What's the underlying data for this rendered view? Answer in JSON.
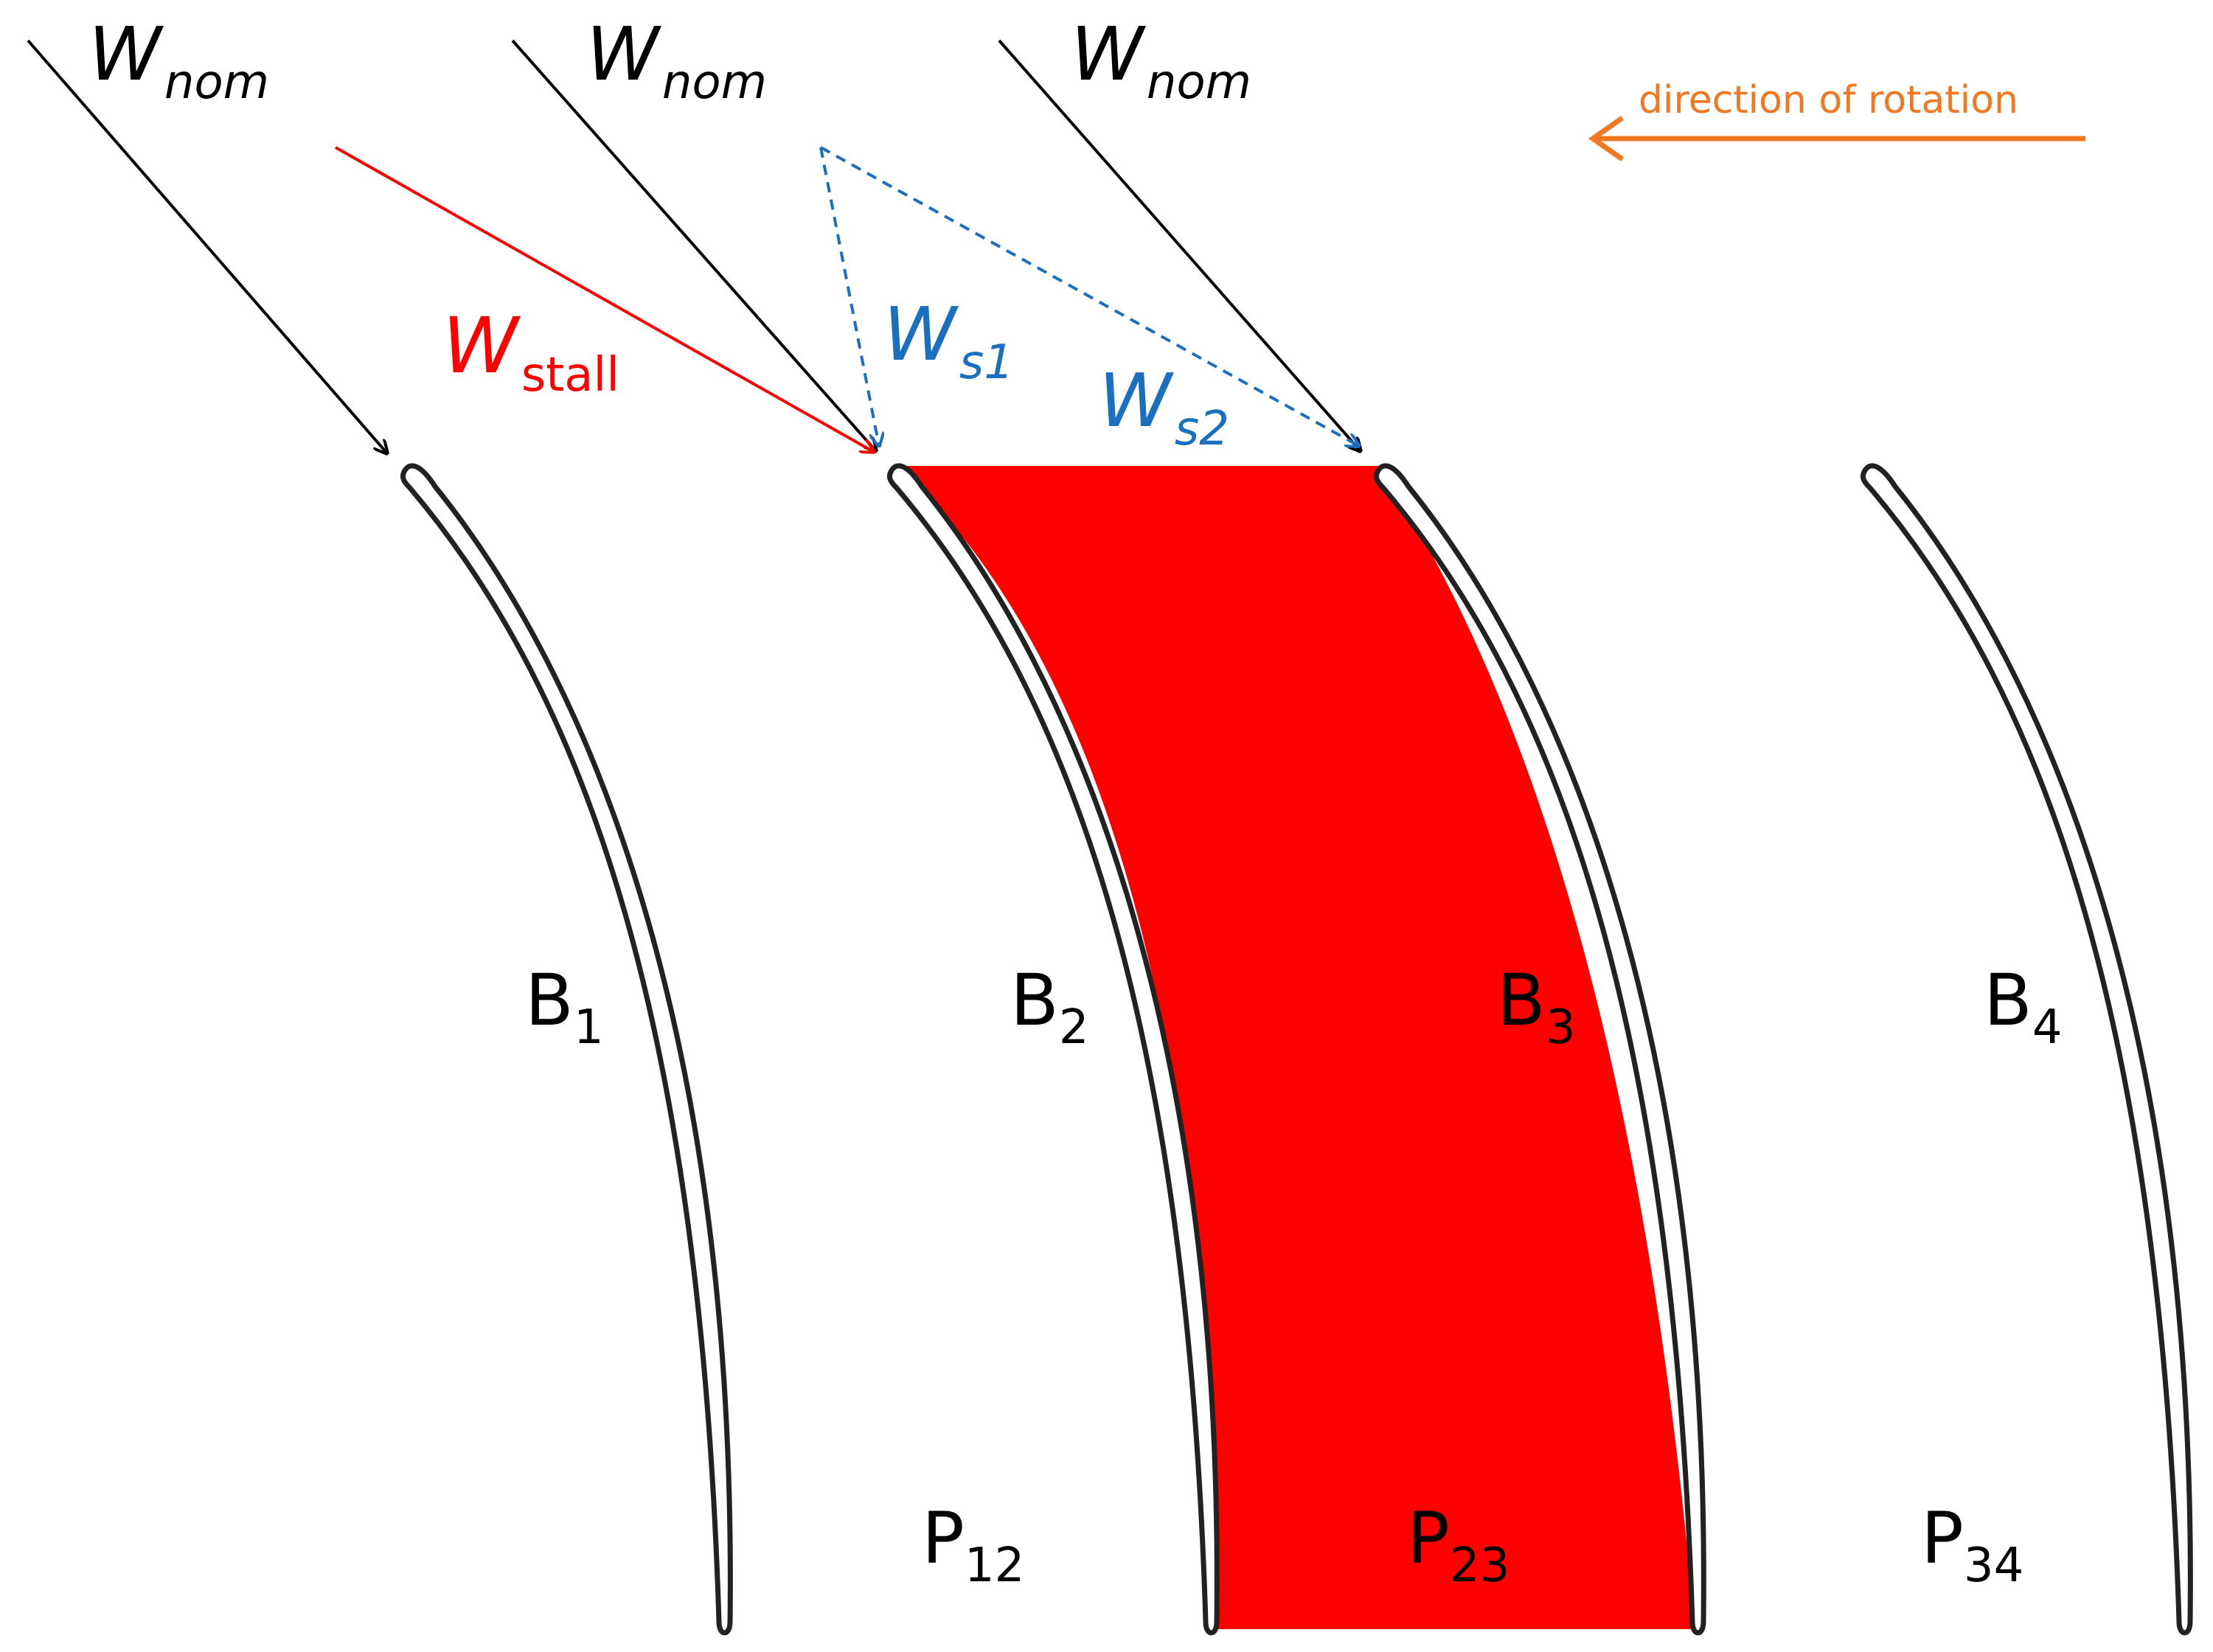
{
  "vectors": {
    "nominal_main": "W",
    "nominal_sub": "nom",
    "stall_main": "W",
    "stall_sub": "stall",
    "s1_main": "W",
    "s1_sub": "s1",
    "s2_main": "W",
    "s2_sub": "s2"
  },
  "rotation": {
    "label": "direction of rotation"
  },
  "blades": {
    "b1_main": "B",
    "b1_sub": "1",
    "b2_main": "B",
    "b2_sub": "2",
    "b3_main": "B",
    "b3_sub": "3",
    "b4_main": "B",
    "b4_sub": "4"
  },
  "passages": {
    "p12_main": "P",
    "p12_sub": "12",
    "p23_main": "P",
    "p23_sub": "23",
    "p34_main": "P",
    "p34_sub": "34"
  },
  "colors": {
    "stall": "#ff0000",
    "stalled_passage": "#ff0000",
    "secondary_flow": "#1a6fbf",
    "rotation_arrow": "#f07820",
    "blade_outline": "#222222",
    "nominal_flow": "#000000"
  }
}
